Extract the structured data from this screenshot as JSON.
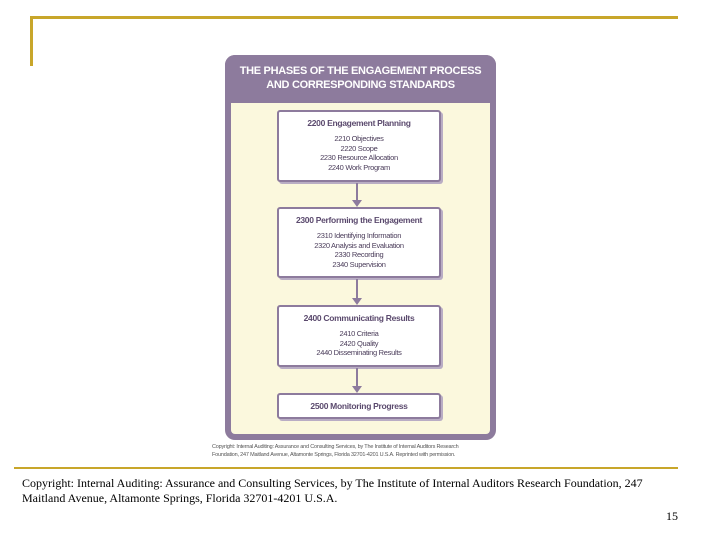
{
  "figure": {
    "title_lines": [
      "THE PHASES OF THE ENGAGEMENT PROCESS",
      "AND CORRESPONDING STANDARDS"
    ],
    "phases": [
      {
        "title": "2200 Engagement Planning",
        "standards": [
          "2210 Objectives",
          "2220 Scope",
          "2230 Resource Allocation",
          "2240 Work Program"
        ]
      },
      {
        "title": "2300 Performing the Engagement",
        "standards": [
          "2310 Identifying Information",
          "2320 Analysis and Evaluation",
          "2330 Recording",
          "2340 Supervision"
        ]
      },
      {
        "title": "2400 Communicating Results",
        "standards": [
          "2410 Criteria",
          "2420 Quality",
          "2440 Disseminating Results"
        ]
      },
      {
        "title": "2500 Monitoring Progress",
        "standards": []
      }
    ],
    "credit_lines": [
      "Copyright: Internal Auditing: Assurance and Consulting Services, by The Institute of Internal Auditors Research",
      "Foundation, 247 Maitland Avenue, Altamonte Springs, Florida 32701-4201 U.S.A. Reprinted with permission."
    ]
  },
  "caption_lines": [
    "Copyright: Internal Auditing: Assurance and Consulting Services, by The Institute of Internal Auditors Research Foundation, 247",
    "Maitland Avenue, Altamonte Springs, Florida 32701-4201 U.S.A."
  ],
  "page_number": "15",
  "colors": {
    "accent_gold": "#c8a62a",
    "frame_purple": "#8d7b9d",
    "panel_cream": "#fbf8dd"
  }
}
